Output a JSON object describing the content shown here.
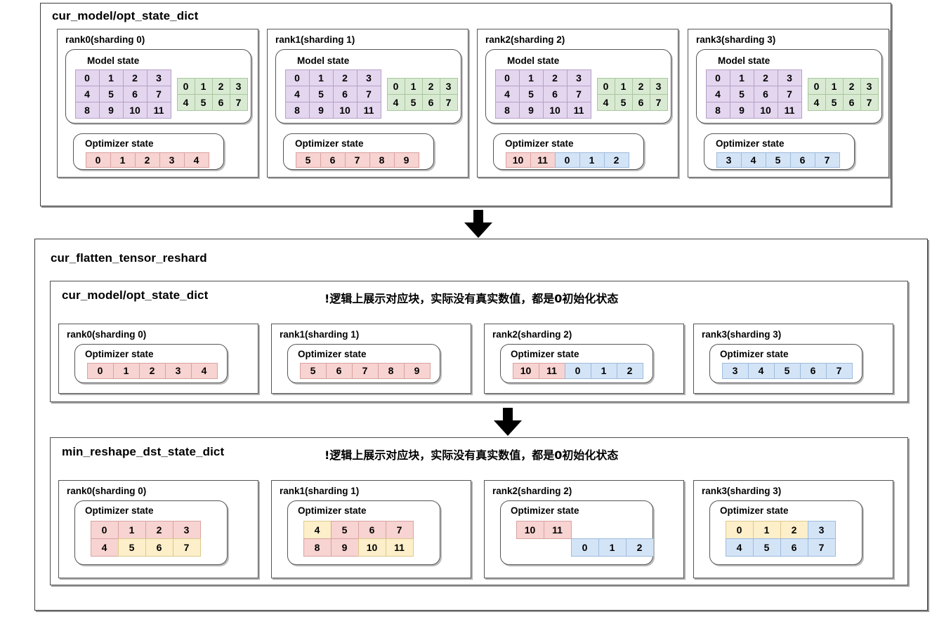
{
  "sections": {
    "top": {
      "title": "cur_model/opt_state_dict"
    },
    "mid": {
      "title": "cur_flatten_tensor_reshard",
      "groups": {
        "flat": {
          "title": "cur_model/opt_state_dict",
          "note": "!逻辑上展示对应块，实际没有真实数值，都是0初始化状态"
        },
        "dst": {
          "title": "min_reshape_dst_state_dict",
          "note": "!逻辑上展示对应块，实际没有真实数值，都是0初始化状态"
        }
      }
    }
  },
  "labels": {
    "model_state": "Model state",
    "optimizer_state": "Optimizer state",
    "rank0": "rank0(sharding 0)",
    "rank1": "rank1(sharding 1)",
    "rank2": "rank2(sharding 2)",
    "rank3": "rank3(sharding 3)"
  },
  "colors": {
    "purple": "#e4d6ef",
    "green": "#d9ead3",
    "pink": "#f7d3d1",
    "blue": "#d4e4f7",
    "yellow": "#fcefc9"
  },
  "top_ranks": [
    {
      "name": "rank0(sharding 0)",
      "model_state": {
        "param_grid": {
          "rows": [
            [
              "0",
              "1",
              "2",
              "3"
            ],
            [
              "4",
              "5",
              "6",
              "7"
            ],
            [
              "8",
              "9",
              "10",
              "11"
            ]
          ],
          "color": "purple"
        },
        "extra_grid": {
          "rows": [
            [
              "0",
              "1",
              "2",
              "3"
            ],
            [
              "4",
              "5",
              "6",
              "7"
            ]
          ],
          "color": "green"
        }
      },
      "optimizer_state": {
        "cells": [
          "0",
          "1",
          "2",
          "3",
          "4"
        ],
        "colors": [
          "pink",
          "pink",
          "pink",
          "pink",
          "pink"
        ]
      }
    },
    {
      "name": "rank1(sharding 1)",
      "model_state": {
        "param_grid": {
          "rows": [
            [
              "0",
              "1",
              "2",
              "3"
            ],
            [
              "4",
              "5",
              "6",
              "7"
            ],
            [
              "8",
              "9",
              "10",
              "11"
            ]
          ],
          "color": "purple"
        },
        "extra_grid": {
          "rows": [
            [
              "0",
              "1",
              "2",
              "3"
            ],
            [
              "4",
              "5",
              "6",
              "7"
            ]
          ],
          "color": "green"
        }
      },
      "optimizer_state": {
        "cells": [
          "5",
          "6",
          "7",
          "8",
          "9"
        ],
        "colors": [
          "pink",
          "pink",
          "pink",
          "pink",
          "pink"
        ]
      }
    },
    {
      "name": "rank2(sharding 2)",
      "model_state": {
        "param_grid": {
          "rows": [
            [
              "0",
              "1",
              "2",
              "3"
            ],
            [
              "4",
              "5",
              "6",
              "7"
            ],
            [
              "8",
              "9",
              "10",
              "11"
            ]
          ],
          "color": "purple"
        },
        "extra_grid": {
          "rows": [
            [
              "0",
              "1",
              "2",
              "3"
            ],
            [
              "4",
              "5",
              "6",
              "7"
            ]
          ],
          "color": "green"
        }
      },
      "optimizer_state": {
        "cells": [
          "10",
          "11",
          "0",
          "1",
          "2"
        ],
        "colors": [
          "pink",
          "pink",
          "blue",
          "blue",
          "blue"
        ]
      }
    },
    {
      "name": "rank3(sharding 3)",
      "model_state": {
        "param_grid": {
          "rows": [
            [
              "0",
              "1",
              "2",
              "3"
            ],
            [
              "4",
              "5",
              "6",
              "7"
            ],
            [
              "8",
              "9",
              "10",
              "11"
            ]
          ],
          "color": "purple"
        },
        "extra_grid": {
          "rows": [
            [
              "0",
              "1",
              "2",
              "3"
            ],
            [
              "4",
              "5",
              "6",
              "7"
            ]
          ],
          "color": "green"
        }
      },
      "optimizer_state": {
        "cells": [
          "3",
          "4",
          "5",
          "6",
          "7"
        ],
        "colors": [
          "blue",
          "blue",
          "blue",
          "blue",
          "blue"
        ]
      }
    }
  ],
  "flat_ranks": [
    {
      "name": "rank0(sharding 0)",
      "optimizer_state": {
        "cells": [
          "0",
          "1",
          "2",
          "3",
          "4"
        ],
        "colors": [
          "pink",
          "pink",
          "pink",
          "pink",
          "pink"
        ]
      }
    },
    {
      "name": "rank1(sharding 1)",
      "optimizer_state": {
        "cells": [
          "5",
          "6",
          "7",
          "8",
          "9"
        ],
        "colors": [
          "pink",
          "pink",
          "pink",
          "pink",
          "pink"
        ]
      }
    },
    {
      "name": "rank2(sharding 2)",
      "optimizer_state": {
        "cells": [
          "10",
          "11",
          "0",
          "1",
          "2"
        ],
        "colors": [
          "pink",
          "pink",
          "blue",
          "blue",
          "blue"
        ]
      }
    },
    {
      "name": "rank3(sharding 3)",
      "optimizer_state": {
        "cells": [
          "3",
          "4",
          "5",
          "6",
          "7"
        ],
        "colors": [
          "blue",
          "blue",
          "blue",
          "blue",
          "blue"
        ]
      }
    }
  ],
  "dst_ranks": [
    {
      "name": "rank0(sharding 0)",
      "optimizer_state": {
        "rows": [
          {
            "offset": 0,
            "cells": [
              "0",
              "1",
              "2",
              "3"
            ],
            "colors": [
              "pink",
              "pink",
              "pink",
              "pink"
            ]
          },
          {
            "offset": 0,
            "cells": [
              "4",
              "5",
              "6",
              "7"
            ],
            "colors": [
              "pink",
              "yellow",
              "yellow",
              "yellow"
            ]
          }
        ]
      }
    },
    {
      "name": "rank1(sharding 1)",
      "optimizer_state": {
        "rows": [
          {
            "offset": 0,
            "cells": [
              "4",
              "5",
              "6",
              "7"
            ],
            "colors": [
              "yellow",
              "pink",
              "pink",
              "pink"
            ]
          },
          {
            "offset": 0,
            "cells": [
              "8",
              "9",
              "10",
              "11"
            ],
            "colors": [
              "pink",
              "pink",
              "yellow",
              "yellow"
            ]
          }
        ]
      }
    },
    {
      "name": "rank2(sharding 2)",
      "optimizer_state": {
        "rows": [
          {
            "offset": 0,
            "cells": [
              "10",
              "11"
            ],
            "colors": [
              "pink",
              "pink"
            ]
          },
          {
            "offset": 2,
            "cells": [
              "0",
              "1",
              "2"
            ],
            "colors": [
              "blue",
              "blue",
              "blue"
            ]
          }
        ]
      }
    },
    {
      "name": "rank3(sharding 3)",
      "optimizer_state": {
        "rows": [
          {
            "offset": 0,
            "cells": [
              "0",
              "1",
              "2",
              "3"
            ],
            "colors": [
              "yellow",
              "yellow",
              "yellow",
              "blue"
            ]
          },
          {
            "offset": 0,
            "cells": [
              "4",
              "5",
              "6",
              "7"
            ],
            "colors": [
              "blue",
              "blue",
              "blue",
              "blue"
            ]
          }
        ]
      }
    }
  ],
  "arrows": [
    {
      "name": "arrow-top-to-mid"
    },
    {
      "name": "arrow-flat-to-dst"
    }
  ]
}
